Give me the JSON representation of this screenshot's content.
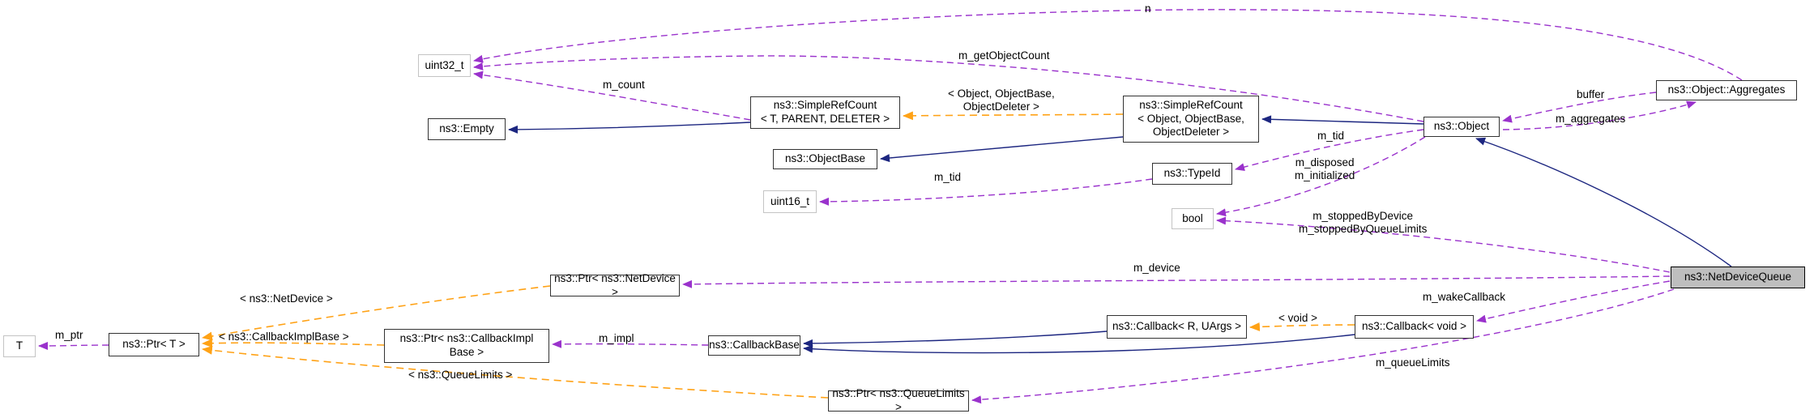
{
  "diagram": {
    "kind": "collaboration-graph",
    "main_class": "ns3::NetDeviceQueue"
  },
  "colors": {
    "inheritance": "#1c2680",
    "usage": "#9a32cc",
    "template": "#ffa216",
    "class_border": "#333333",
    "primitive_border": "#c4c4c4",
    "highlight_fill": "#bebebe",
    "node_fill": "#ffffff",
    "text": "#000000"
  },
  "nodes": {
    "uint32_t": {
      "label": "uint32_t"
    },
    "empty": {
      "label": "ns3::Empty"
    },
    "simple_ref_count_generic": {
      "label": "ns3::SimpleRefCount\n< T, PARENT, DELETER >"
    },
    "simple_ref_count_object": {
      "label": "ns3::SimpleRefCount\n< Object, ObjectBase,\nObjectDeleter >"
    },
    "object_base": {
      "label": "ns3::ObjectBase"
    },
    "uint16_t": {
      "label": "uint16_t"
    },
    "type_id": {
      "label": "ns3::TypeId"
    },
    "bool": {
      "label": "bool"
    },
    "object": {
      "label": "ns3::Object"
    },
    "aggregates": {
      "label": "ns3::Object::Aggregates"
    },
    "net_device_queue": {
      "label": "ns3::NetDeviceQueue"
    },
    "ptr_net_device": {
      "label": "ns3::Ptr< ns3::NetDevice >"
    },
    "t": {
      "label": "T"
    },
    "ptr_t": {
      "label": "ns3::Ptr< T >"
    },
    "ptr_callback_impl_base": {
      "label": "ns3::Ptr< ns3::CallbackImpl\nBase >"
    },
    "callback_base": {
      "label": "ns3::CallbackBase"
    },
    "callback_generic": {
      "label": "ns3::Callback< R, UArgs >"
    },
    "callback_void": {
      "label": "ns3::Callback< void >"
    },
    "ptr_queue_limits": {
      "label": "ns3::Ptr< ns3::QueueLimits >"
    }
  },
  "edge_labels": {
    "n": "n",
    "m_getObjectCount": "m_getObjectCount",
    "m_count": "m_count",
    "template_object": "< Object, ObjectBase,\nObjectDeleter >",
    "buffer": "buffer",
    "m_aggregates": "m_aggregates",
    "m_tid_object": "m_tid",
    "m_tid_typeid": "m_tid",
    "m_disposed_m_initialized": "m_disposed\nm_initialized",
    "m_stopped": "m_stoppedByDevice\nm_stoppedByQueueLimits",
    "m_device": "m_device",
    "m_wakeCallback": "m_wakeCallback",
    "m_queueLimits": "m_queueLimits",
    "template_void": "< void >",
    "m_impl": "m_impl",
    "m_ptr": "m_ptr",
    "template_net_device": "< ns3::NetDevice >",
    "template_callback_impl_base": "< ns3::CallbackImplBase >",
    "template_queue_limits": "< ns3::QueueLimits >"
  }
}
